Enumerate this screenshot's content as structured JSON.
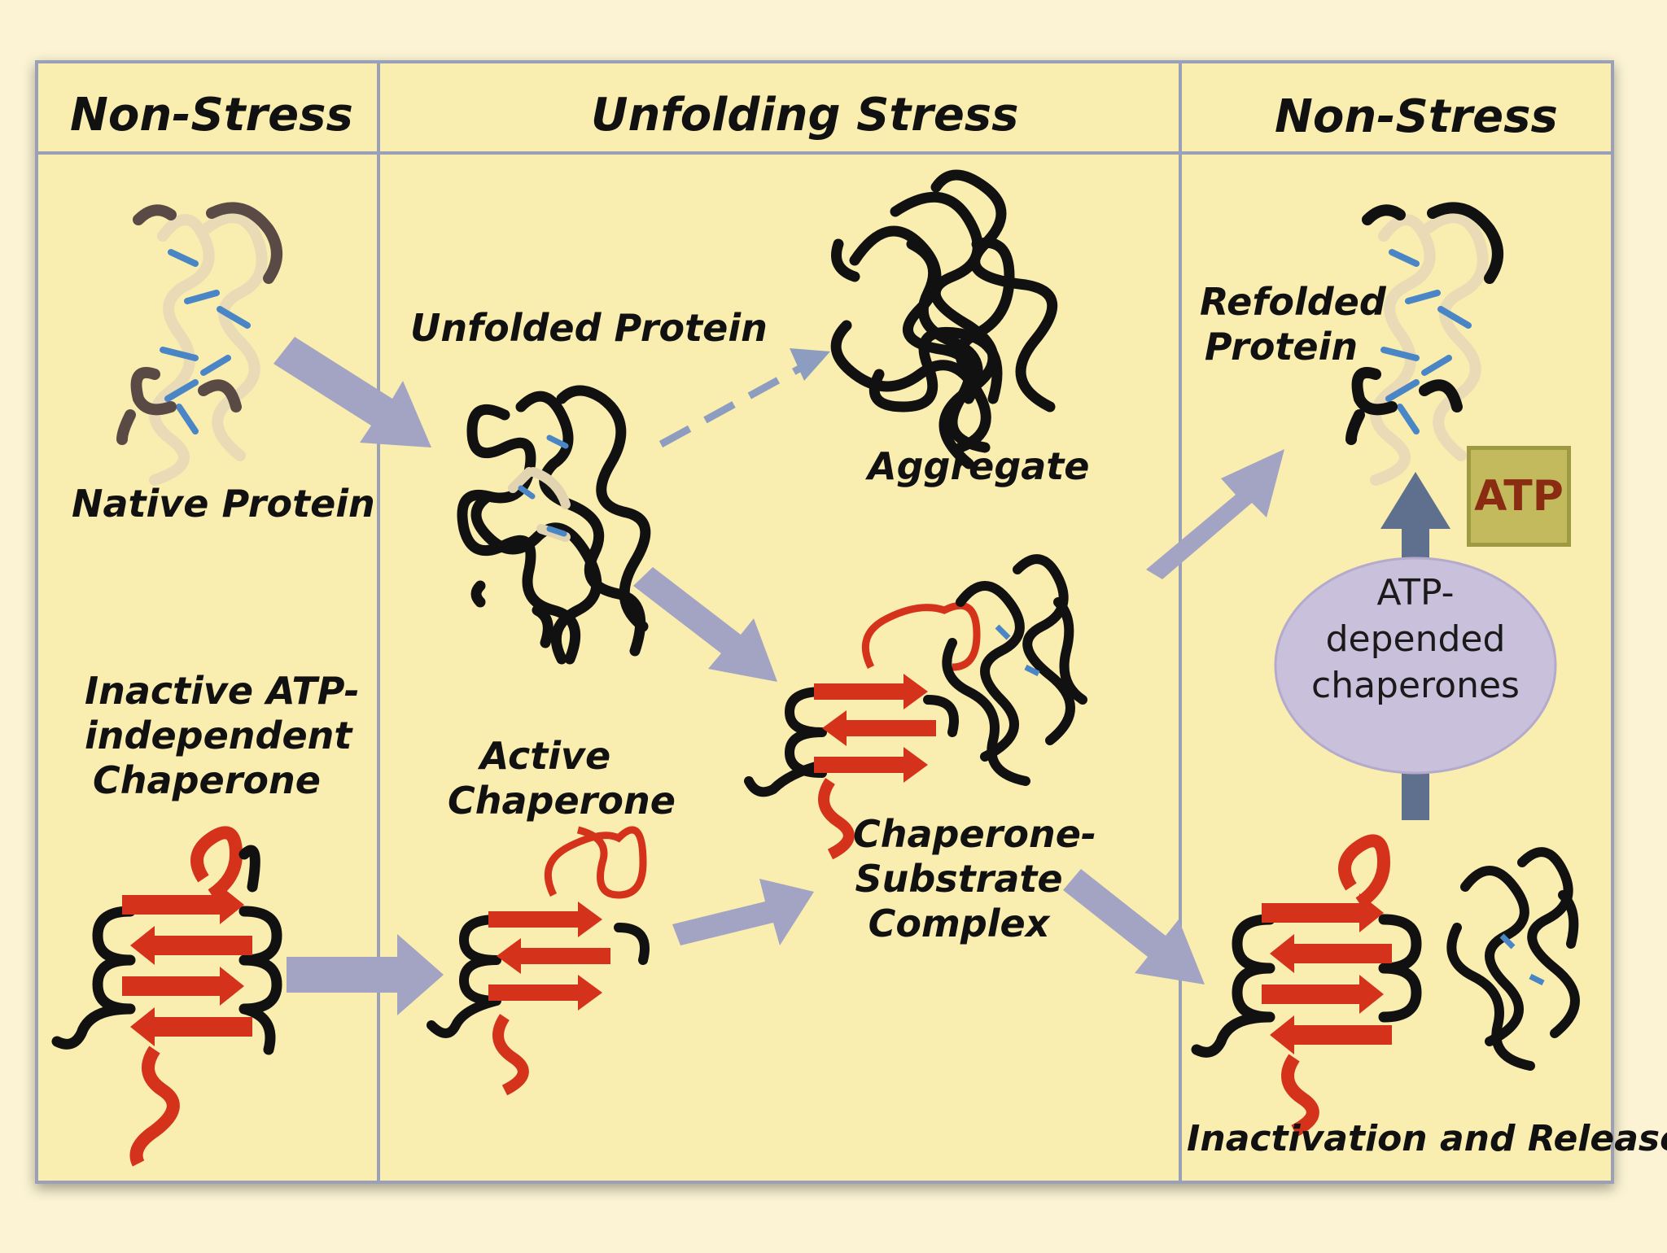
{
  "columns": {
    "left_header": "Non-Stress",
    "middle_header": "Unfolding Stress",
    "right_header": "Non-Stress"
  },
  "labels": {
    "native_protein": "Native Protein",
    "unfolded_protein": "Unfolded Protein",
    "aggregate": "Aggregate",
    "inactive_chaperone": [
      "Inactive ATP-",
      "independent",
      "Chaperone"
    ],
    "active_chaperone": [
      "Active",
      "Chaperone"
    ],
    "complex": [
      "Chaperone-",
      "Substrate",
      "Complex"
    ],
    "refolded_protein": [
      "Refolded",
      "Protein"
    ],
    "release": "Inactivation and Release"
  },
  "atp_box": "ATP",
  "atp_oval": [
    "ATP-",
    "depended",
    "chaperones"
  ],
  "colors": {
    "background": "#fbf3d3",
    "panel": "#f9edb0",
    "border": "#9aa0b8",
    "arrow": "#a3a4c3",
    "chaperone_red": "#d5321c",
    "oval": "#c9c0dc",
    "atp_box": "#c3ba5e"
  }
}
